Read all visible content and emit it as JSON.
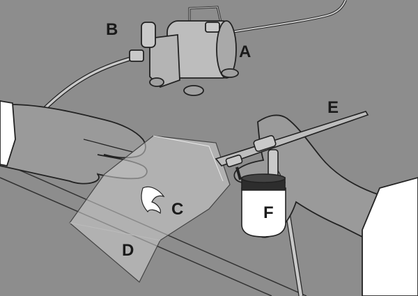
{
  "labels": {
    "a": "A",
    "b": "B",
    "c": "C",
    "d": "D",
    "e": "E",
    "f": "F"
  },
  "colors": {
    "background": "#8d8d8d",
    "glove": "#9a9a9a",
    "device": "#bdbdbd",
    "outline": "#222222",
    "sleeve": "#ffffff"
  }
}
